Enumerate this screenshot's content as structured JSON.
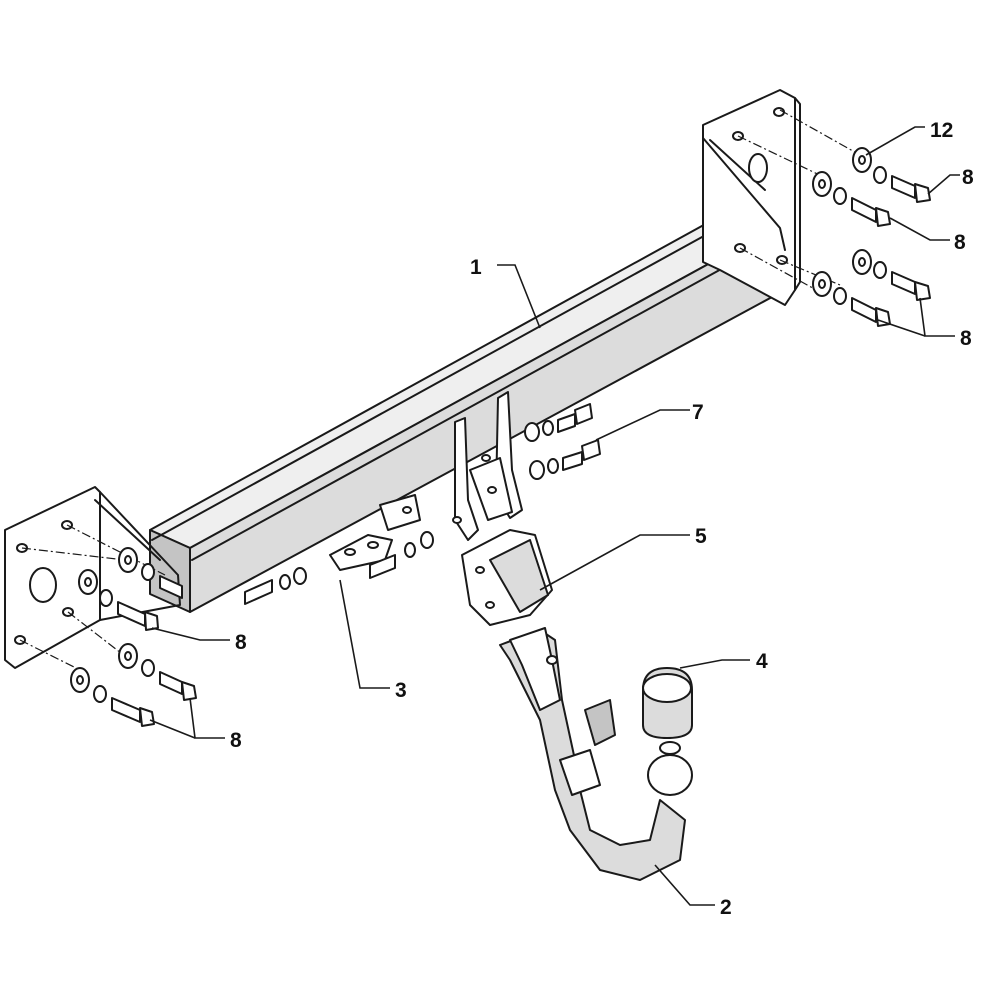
{
  "callouts": {
    "c1": "1",
    "c2": "2",
    "c3": "3",
    "c4": "4",
    "c5": "5",
    "c7": "7",
    "c8a": "8",
    "c8b": "8",
    "c8c": "8",
    "c8d": "8",
    "c8e": "8",
    "c12": "12"
  }
}
